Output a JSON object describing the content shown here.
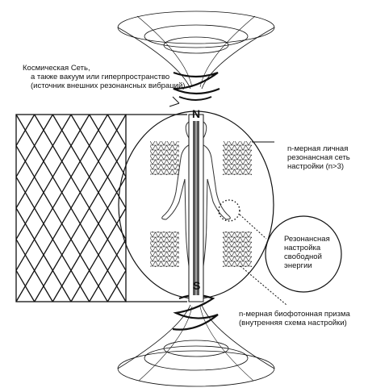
{
  "diagram": {
    "labels": {
      "cosmic_net_1": "Космическая Сеть,",
      "cosmic_net_2": "а также вакуум или гиперпространство",
      "cosmic_net_3": "(источник внешних резонансных вибраций)",
      "personal_net_1": "n-мерная личная",
      "personal_net_2": "резонансная сеть",
      "personal_net_3": "настройки (n>3)",
      "resonance_1": "Резонансная",
      "resonance_2": "настройка",
      "resonance_3": "свободной",
      "resonance_4": "энергии",
      "prism_1": "n-мерная биофотонная призма",
      "prism_2": "(внутренняя схема настройки)",
      "pole_north": "N",
      "pole_south": "S"
    }
  }
}
